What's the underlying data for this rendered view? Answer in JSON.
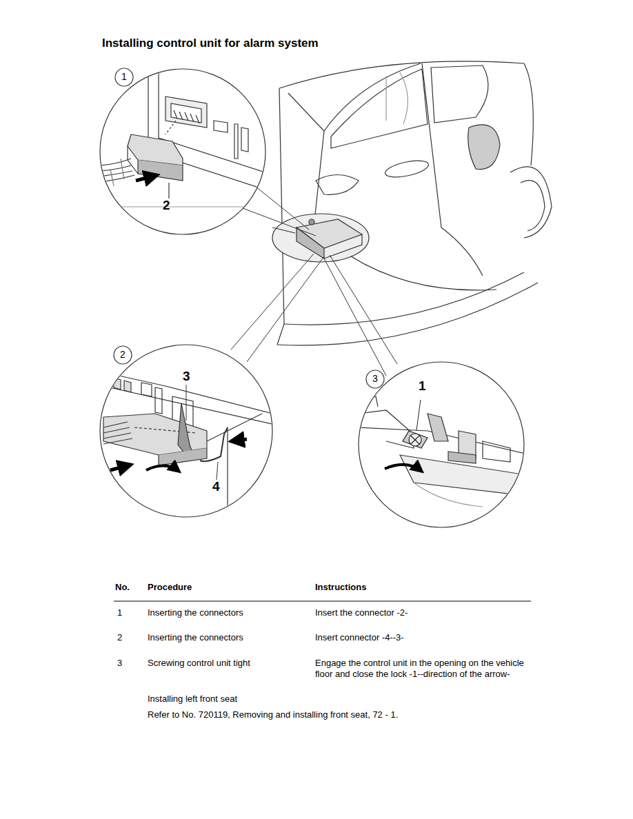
{
  "diagram": {
    "title": "Installing control unit for alarm system",
    "nodes": [
      {
        "text": [
          "1"
        ]
      },
      {
        "text": [
          "2"
        ]
      },
      {
        "text": [
          "3"
        ]
      }
    ],
    "labels": [
      "2",
      "3",
      "4",
      "1",
      "No.",
      "Procedure",
      "Instructions",
      "1",
      "Inserting the connectors",
      "Insert the connector -2-",
      "2",
      "Inserting the connectors",
      "Insert connector -4--3-",
      "3",
      "Screwing control unit tight",
      "Engage the control unit in the opening on the vehicle floor and close the lock -1--direction of the arrow-",
      "Installing left front seat",
      "Refer to No. 720119, Removing and installing front seat, 72 - 1."
    ]
  }
}
